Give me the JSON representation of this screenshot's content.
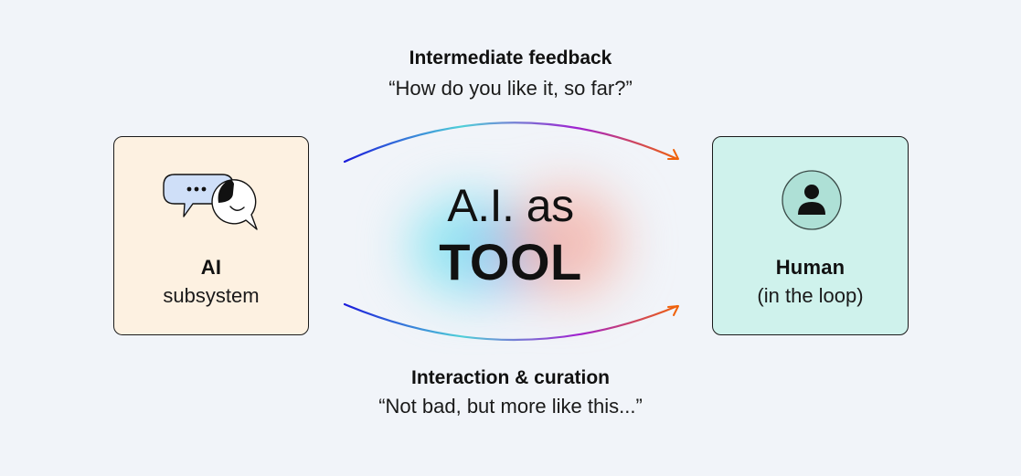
{
  "diagram": {
    "background": "#f1f4f9",
    "left_node": {
      "title": "AI",
      "subtitle": "subsystem",
      "icon": "chat-bubbles-icon",
      "fill": "#fdf1e1"
    },
    "right_node": {
      "title": "Human",
      "subtitle": "(in the loop)",
      "icon": "person-avatar-icon",
      "fill": "#cff2ec"
    },
    "center": {
      "line1": "A.I. as",
      "line2": "TOOL"
    },
    "top_arrow": {
      "title": "Intermediate feedback",
      "quote": "“How do you like it, so far?”",
      "gradient": [
        "#1a1adb",
        "#4fd0d8",
        "#a020d0",
        "#f0620a"
      ]
    },
    "bottom_arrow": {
      "title": "Interaction & curation",
      "quote": "“Not bad, but more like this...”",
      "gradient": [
        "#1a1adb",
        "#4fd0d8",
        "#a020d0",
        "#f0620a"
      ]
    }
  }
}
